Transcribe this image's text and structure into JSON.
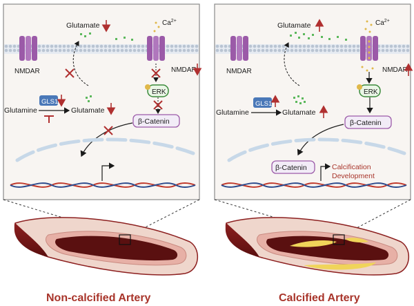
{
  "left_panel": {
    "glutamate_top": "Glutamate",
    "calcium": "Ca",
    "calcium_sup": "2+",
    "nmdar_left": "NMDAR",
    "nmdar_right": "NMDAR",
    "erk": "ERK",
    "gls1": "GLS1",
    "glutamine": "Glutamine",
    "glutamate_mid": "Glutamate",
    "beta_catenin": "β-Catenin"
  },
  "right_panel": {
    "glutamate_top": "Glutamate",
    "calcium": "Ca",
    "calcium_sup": "2+",
    "nmdar_left": "NMDAR",
    "nmdar_right": "NMDAR",
    "erk": "ERK",
    "gls1": "GLS1",
    "glutamine": "Glutamine",
    "glutamate_mid": "Glutamate",
    "beta_catenin": "β-Catenin",
    "beta_catenin_nucleus": "β-Catenin",
    "calcification_line1": "Calcification",
    "calcification_line2": "Development"
  },
  "titles": {
    "left": "Non-calcified Artery",
    "right": "Calcified Artery"
  },
  "colors": {
    "receptor": "#9b5aa8",
    "erk_green": "#3a8a3a",
    "gls1_blue": "#4a78b8",
    "cross_red": "#b03030",
    "arrow_red": "#b03030",
    "title_red": "#a8342a",
    "membrane": "#c8d2de",
    "plaque": "#f0d45a"
  }
}
